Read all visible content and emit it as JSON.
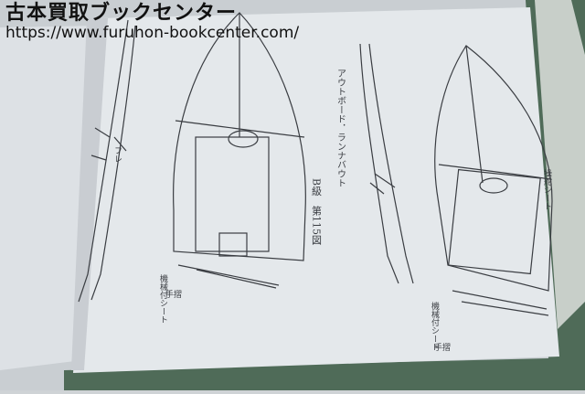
{
  "watermark": {
    "title": "古本買取ブックセンター",
    "url": "https://www.furuhon-bookcenter.com/"
  },
  "drawing": {
    "figure_number": "第115図",
    "figure_title": "B級",
    "caption": "アウトボード．ランナバウト",
    "left_boat": {
      "label_left": "機械付シート",
      "label_bottom": "手摺",
      "label_side": "フレ"
    },
    "right_boat": {
      "label_left": "機械付シート",
      "label_bottom": "手摺",
      "label_right": "操舵シート"
    }
  },
  "colors": {
    "page": "#e6e9ec",
    "ink": "#3a3d42",
    "cover": "#4f6b58"
  }
}
